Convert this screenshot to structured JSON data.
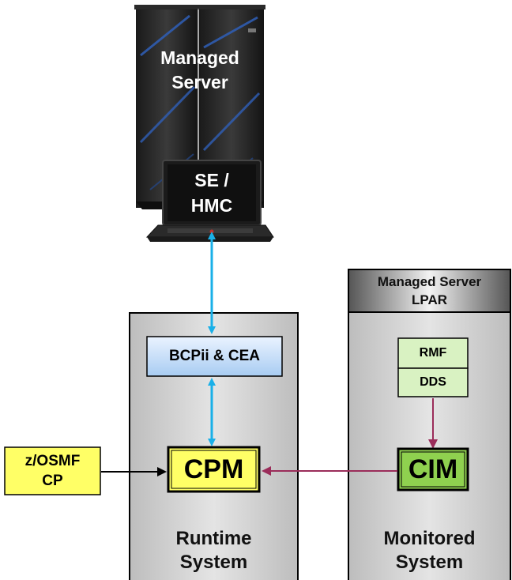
{
  "server": {
    "line1": "Managed",
    "line2": "Server"
  },
  "laptop": {
    "line1": "SE /",
    "line2": "HMC"
  },
  "runtime": {
    "bcpii": "BCPii & CEA",
    "cpm": "CPM",
    "title1": "Runtime",
    "title2": "System"
  },
  "monitored": {
    "header1": "Managed Server",
    "header2": "LPAR",
    "rmf": "RMF",
    "dds": "DDS",
    "cim": "CIM",
    "title1": "Monitored",
    "title2": "System"
  },
  "zosmf": {
    "line1": "z/OSMF",
    "line2": "CP"
  },
  "colors": {
    "cyan_arrow": "#1ab0e8",
    "maroon_arrow": "#9b2d5a",
    "cpm_fill": "#ffff66",
    "cim_fill": "#8fd14f",
    "rmf_fill": "#d9f2c2",
    "bcpii_fill": "#cfe3fb",
    "zosmf_fill": "#ffff66"
  }
}
